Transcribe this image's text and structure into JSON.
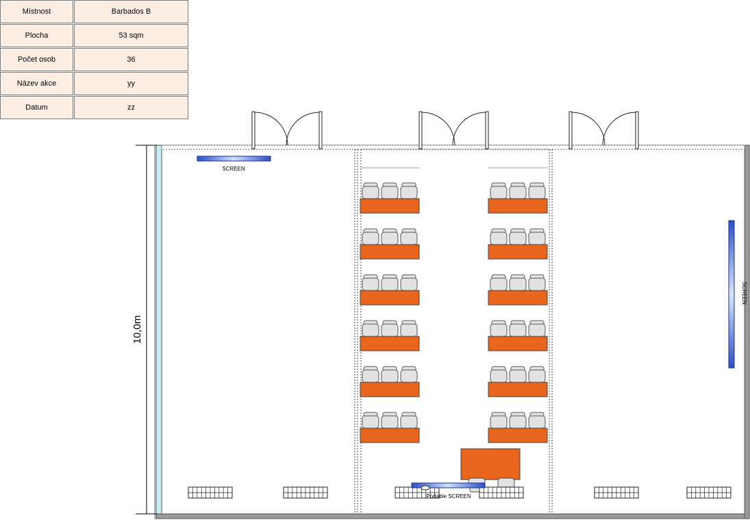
{
  "info_table": {
    "rows": [
      {
        "label": "Místnost",
        "value": "Barbados B"
      },
      {
        "label": "Plocha",
        "value": "53 sqm"
      },
      {
        "label": "Počet osob",
        "value": "36"
      },
      {
        "label": "Název akce",
        "value": "yy"
      },
      {
        "label": "Datum",
        "value": "zz"
      }
    ]
  },
  "plan": {
    "dimension_label": "10,0m",
    "screen_left_label": "SCREEN",
    "screen_right_label": "SCREEN",
    "portable_screen_label": "Portable SCREEN",
    "colors": {
      "table": "#e8651e",
      "screen": "#3a64d8",
      "chair": "#e2e2e2",
      "wall": "#9a9a9a",
      "window": "#c8f0f4",
      "info_cell": "#fdeee4"
    },
    "seating": {
      "layout": "classroom",
      "table_rows": 6,
      "tables_per_row": 2,
      "chairs_per_table": 3
    }
  }
}
